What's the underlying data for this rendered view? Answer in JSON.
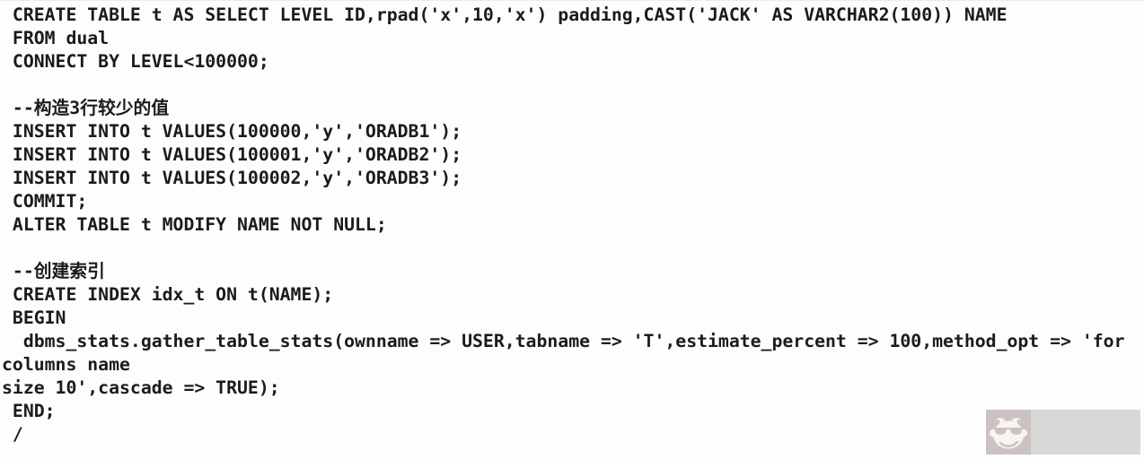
{
  "meta": {
    "description": "Screenshot of an Oracle SQL code snippet in a bold monospace font on a white background, with a small grey watermark logo in the bottom-right corner."
  },
  "colors": {
    "bg": "#fdfdfd",
    "text": "#1b1b1b",
    "wm-pink": "#ccc3c1",
    "wm-gray": "#d8d8d8",
    "wm-glyph": "#f7f4f2"
  },
  "code": {
    "language": "sql",
    "lines": [
      " CREATE TABLE t AS SELECT LEVEL ID,rpad('x',10,'x') padding,CAST('JACK' AS VARCHAR2(100)) NAME",
      " FROM dual",
      " CONNECT BY LEVEL<100000;",
      "",
      " --构造3行较少的值",
      " INSERT INTO t VALUES(100000,'y','ORADB1');",
      " INSERT INTO t VALUES(100001,'y','ORADB2');",
      " INSERT INTO t VALUES(100002,'y','ORADB3');",
      " COMMIT;",
      " ALTER TABLE t MODIFY NAME NOT NULL;",
      "",
      " --创建索引",
      " CREATE INDEX idx_t ON t(NAME);",
      " BEGIN",
      "  dbms_stats.gather_table_stats(ownname => USER,tabname => 'T',estimate_percent => 100,method_opt => 'for",
      "columns name",
      "size 10',cascade => TRUE);",
      " END;",
      " /"
    ]
  },
  "watermark": {
    "icon": "face-with-sunglasses-logo",
    "label_text": ""
  }
}
